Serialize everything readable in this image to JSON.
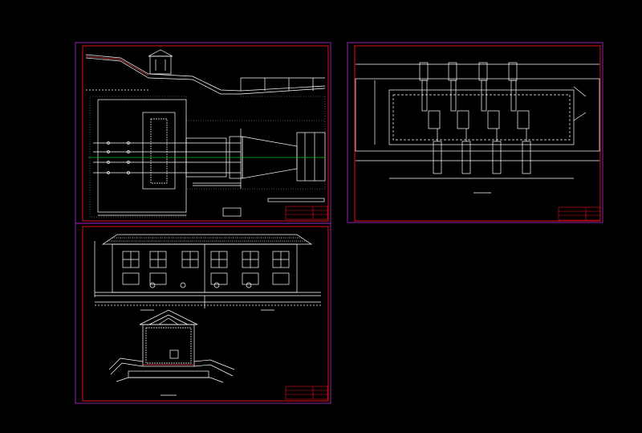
{
  "colors": {
    "background": "#000000",
    "sheet_outer": "#7a1f8f",
    "sheet_inner": "#e0101b",
    "linework": "#ffffff",
    "hatch": "#cfcfcf",
    "centerline": "#19c21f",
    "pipe_highlight": "#ff4040"
  },
  "sheets": [
    {
      "id": "plan-and-profile",
      "description_icon": "cad-plan-profile"
    },
    {
      "id": "pump-layout-plan",
      "description_icon": "cad-equipment-plan"
    },
    {
      "id": "building-elevation-and-section",
      "description_icon": "cad-elevation-section"
    }
  ]
}
